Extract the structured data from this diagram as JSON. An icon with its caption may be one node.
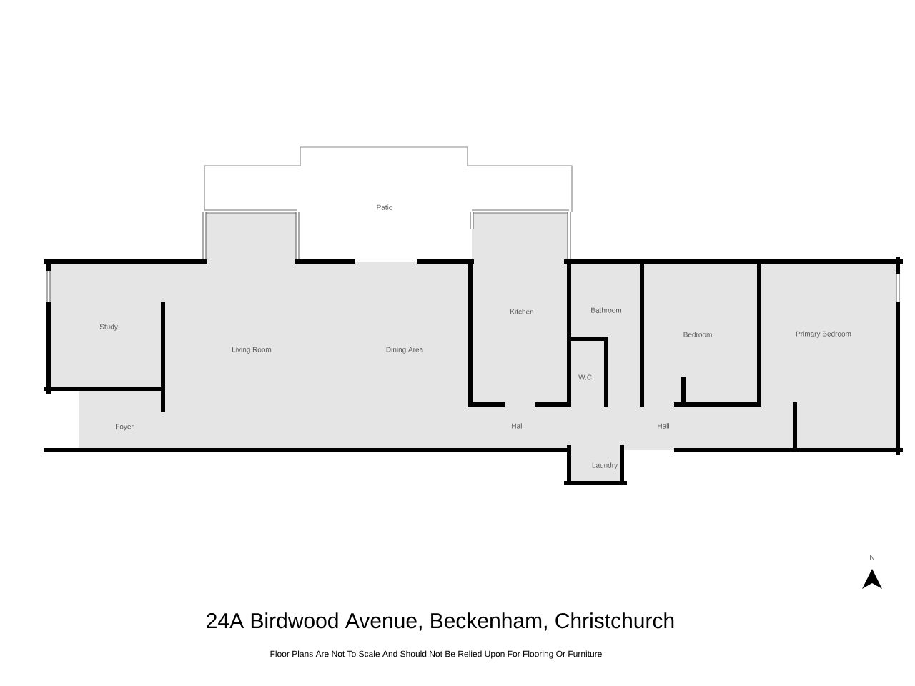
{
  "diagram": {
    "title": "24A Birdwood Avenue, Beckenham, Christchurch",
    "caption": "Floor Plans Are Not To Scale And Should Not Be Relied Upon For Flooring Or Furniture",
    "labels": [
      "Patio",
      "Study",
      "Living Room",
      "Dining Area",
      "Kitchen",
      "Bathroom",
      "Bedroom",
      "Primary Bedroom",
      "W.C.",
      "Foyer",
      "Hall",
      "Hall",
      "Laundry",
      "N"
    ]
  }
}
